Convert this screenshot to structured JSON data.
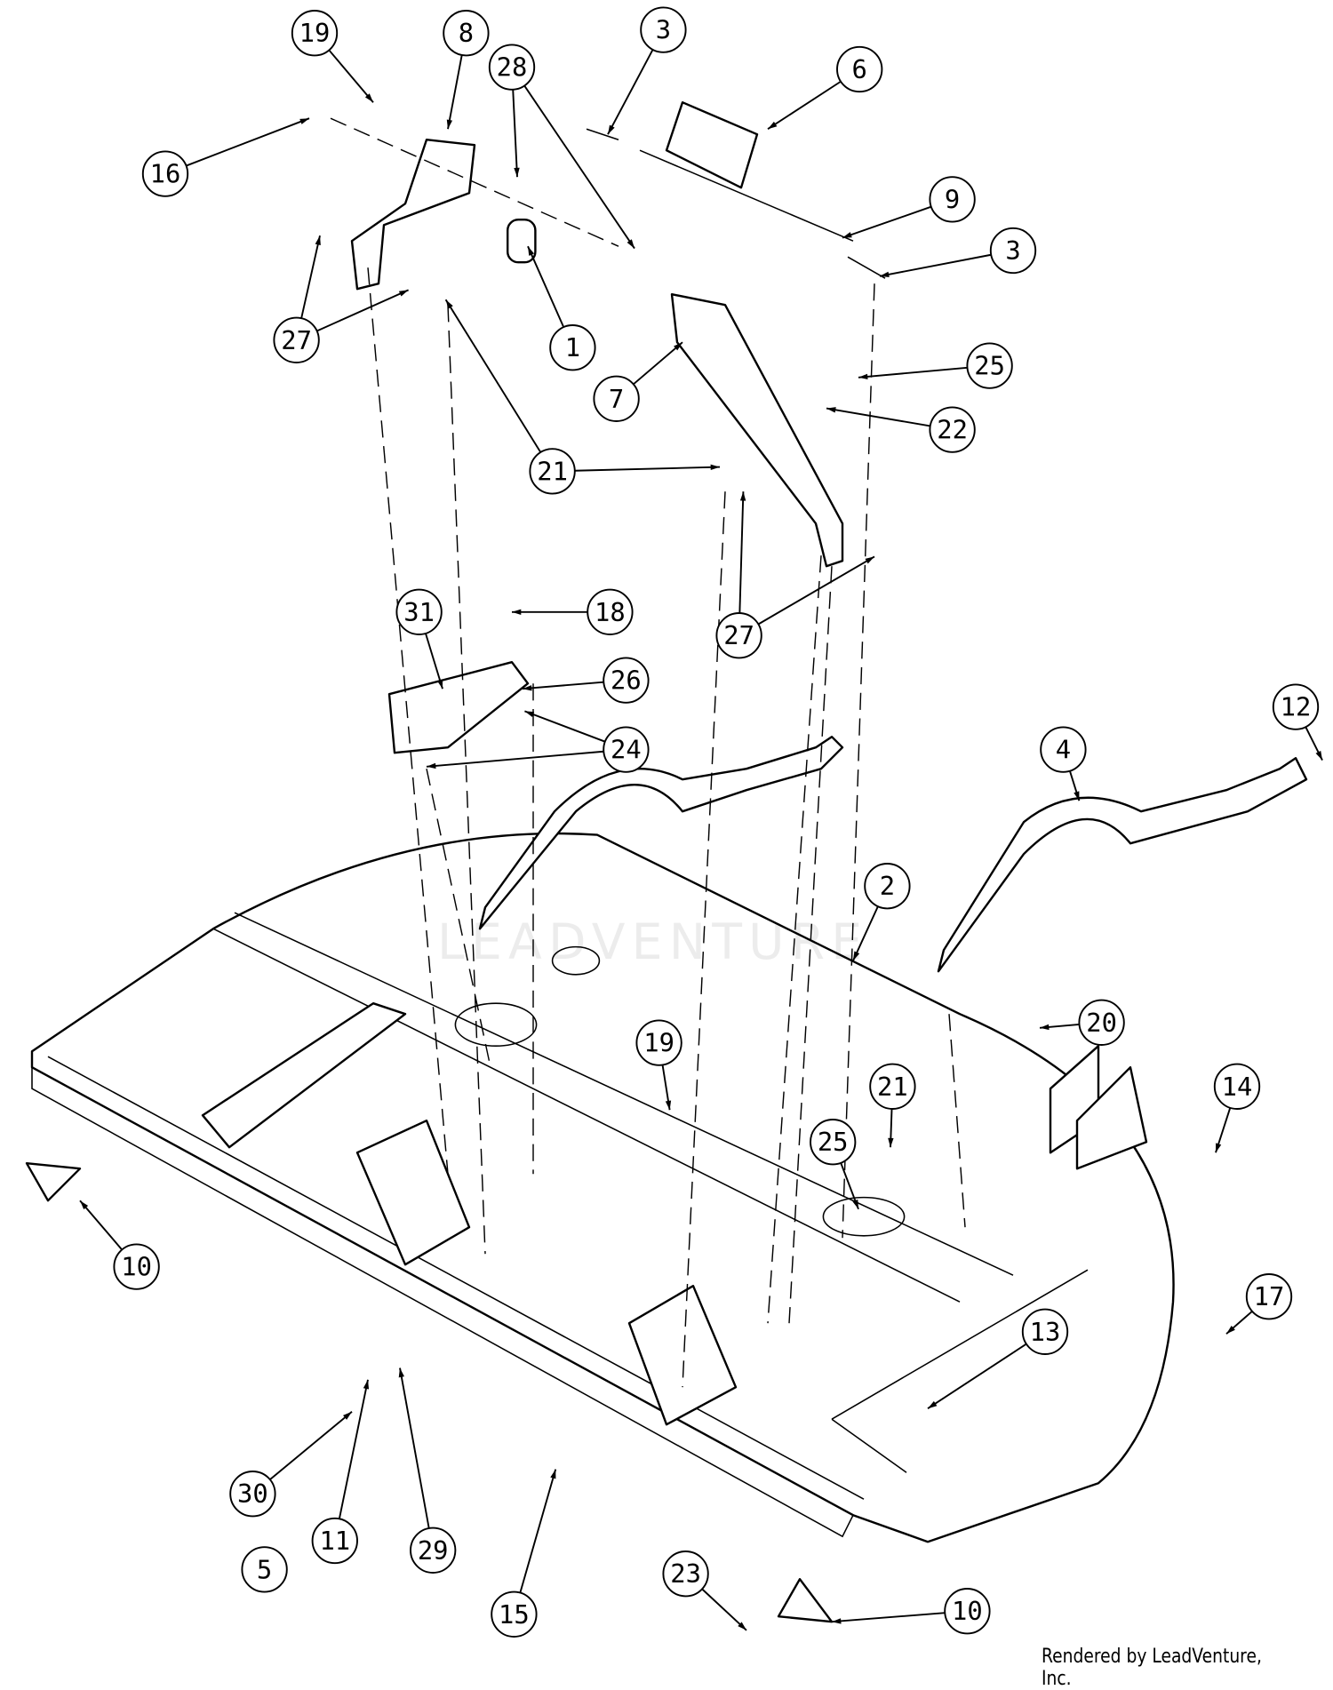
{
  "diagram": {
    "watermark": "LEADVENTURE",
    "callouts": [
      "19",
      "8",
      "28",
      "3",
      "6",
      "16",
      "9",
      "3",
      "27",
      "1",
      "7",
      "25",
      "22",
      "21",
      "27",
      "31",
      "18",
      "26",
      "24",
      "4",
      "12",
      "2",
      "20",
      "19",
      "21",
      "14",
      "25",
      "10",
      "17",
      "13",
      "30",
      "11",
      "29",
      "5",
      "15",
      "23",
      "10"
    ]
  },
  "footer": {
    "text": "Rendered by LeadVenture, Inc."
  }
}
